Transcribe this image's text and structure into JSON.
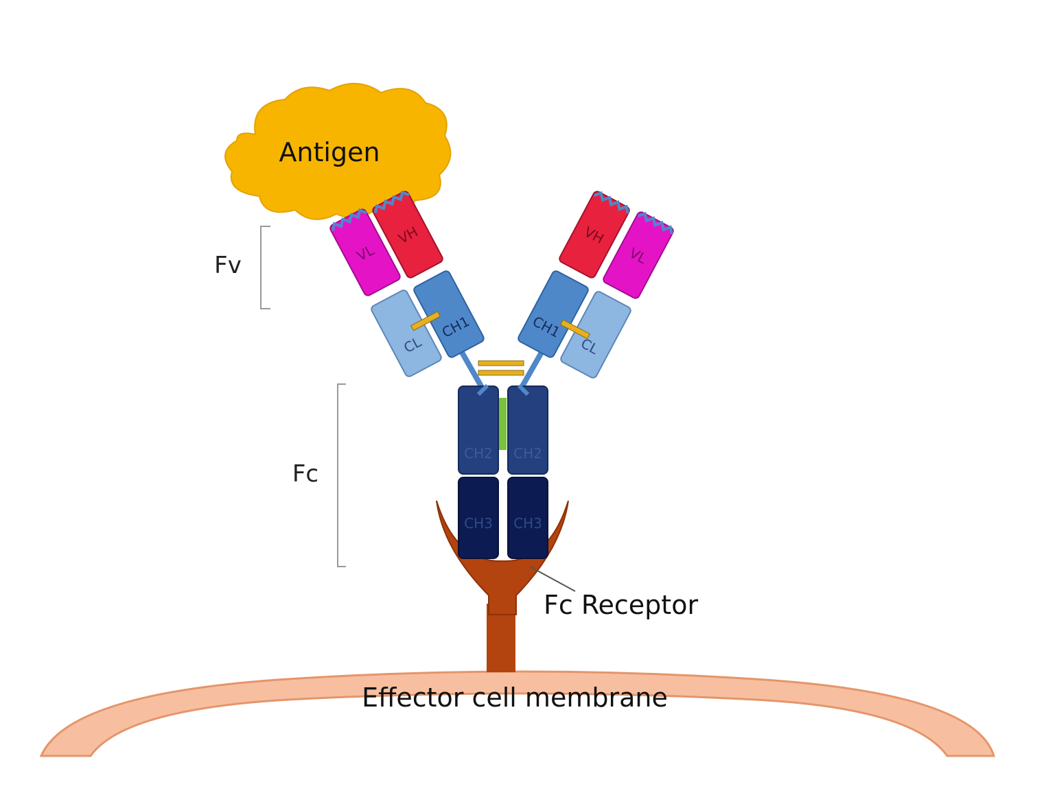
{
  "labels": {
    "antigen": "Antigen",
    "fv": "Fv",
    "fc": "Fc",
    "fc_receptor": "Fc Receptor",
    "membrane": "Effector cell membrane",
    "vl": "VL",
    "vh": "VH",
    "cl": "CL",
    "ch1": "CH1",
    "ch2": "CH2",
    "ch3": "CH3"
  },
  "colors": {
    "antigen": "#F7B500",
    "vl": "#E414C6",
    "vh": "#E8213F",
    "cl": "#8DB6E0",
    "ch1": "#4E88C9",
    "ch2": "#24407F",
    "ch3": "#0C1C52",
    "disulfide": "#E8B020",
    "hinge_green": "#78C23C",
    "receptor": "#B3430F",
    "membrane": "#F7BFA0",
    "membrane_edge": "#E4956A",
    "bracket": "#999999"
  }
}
